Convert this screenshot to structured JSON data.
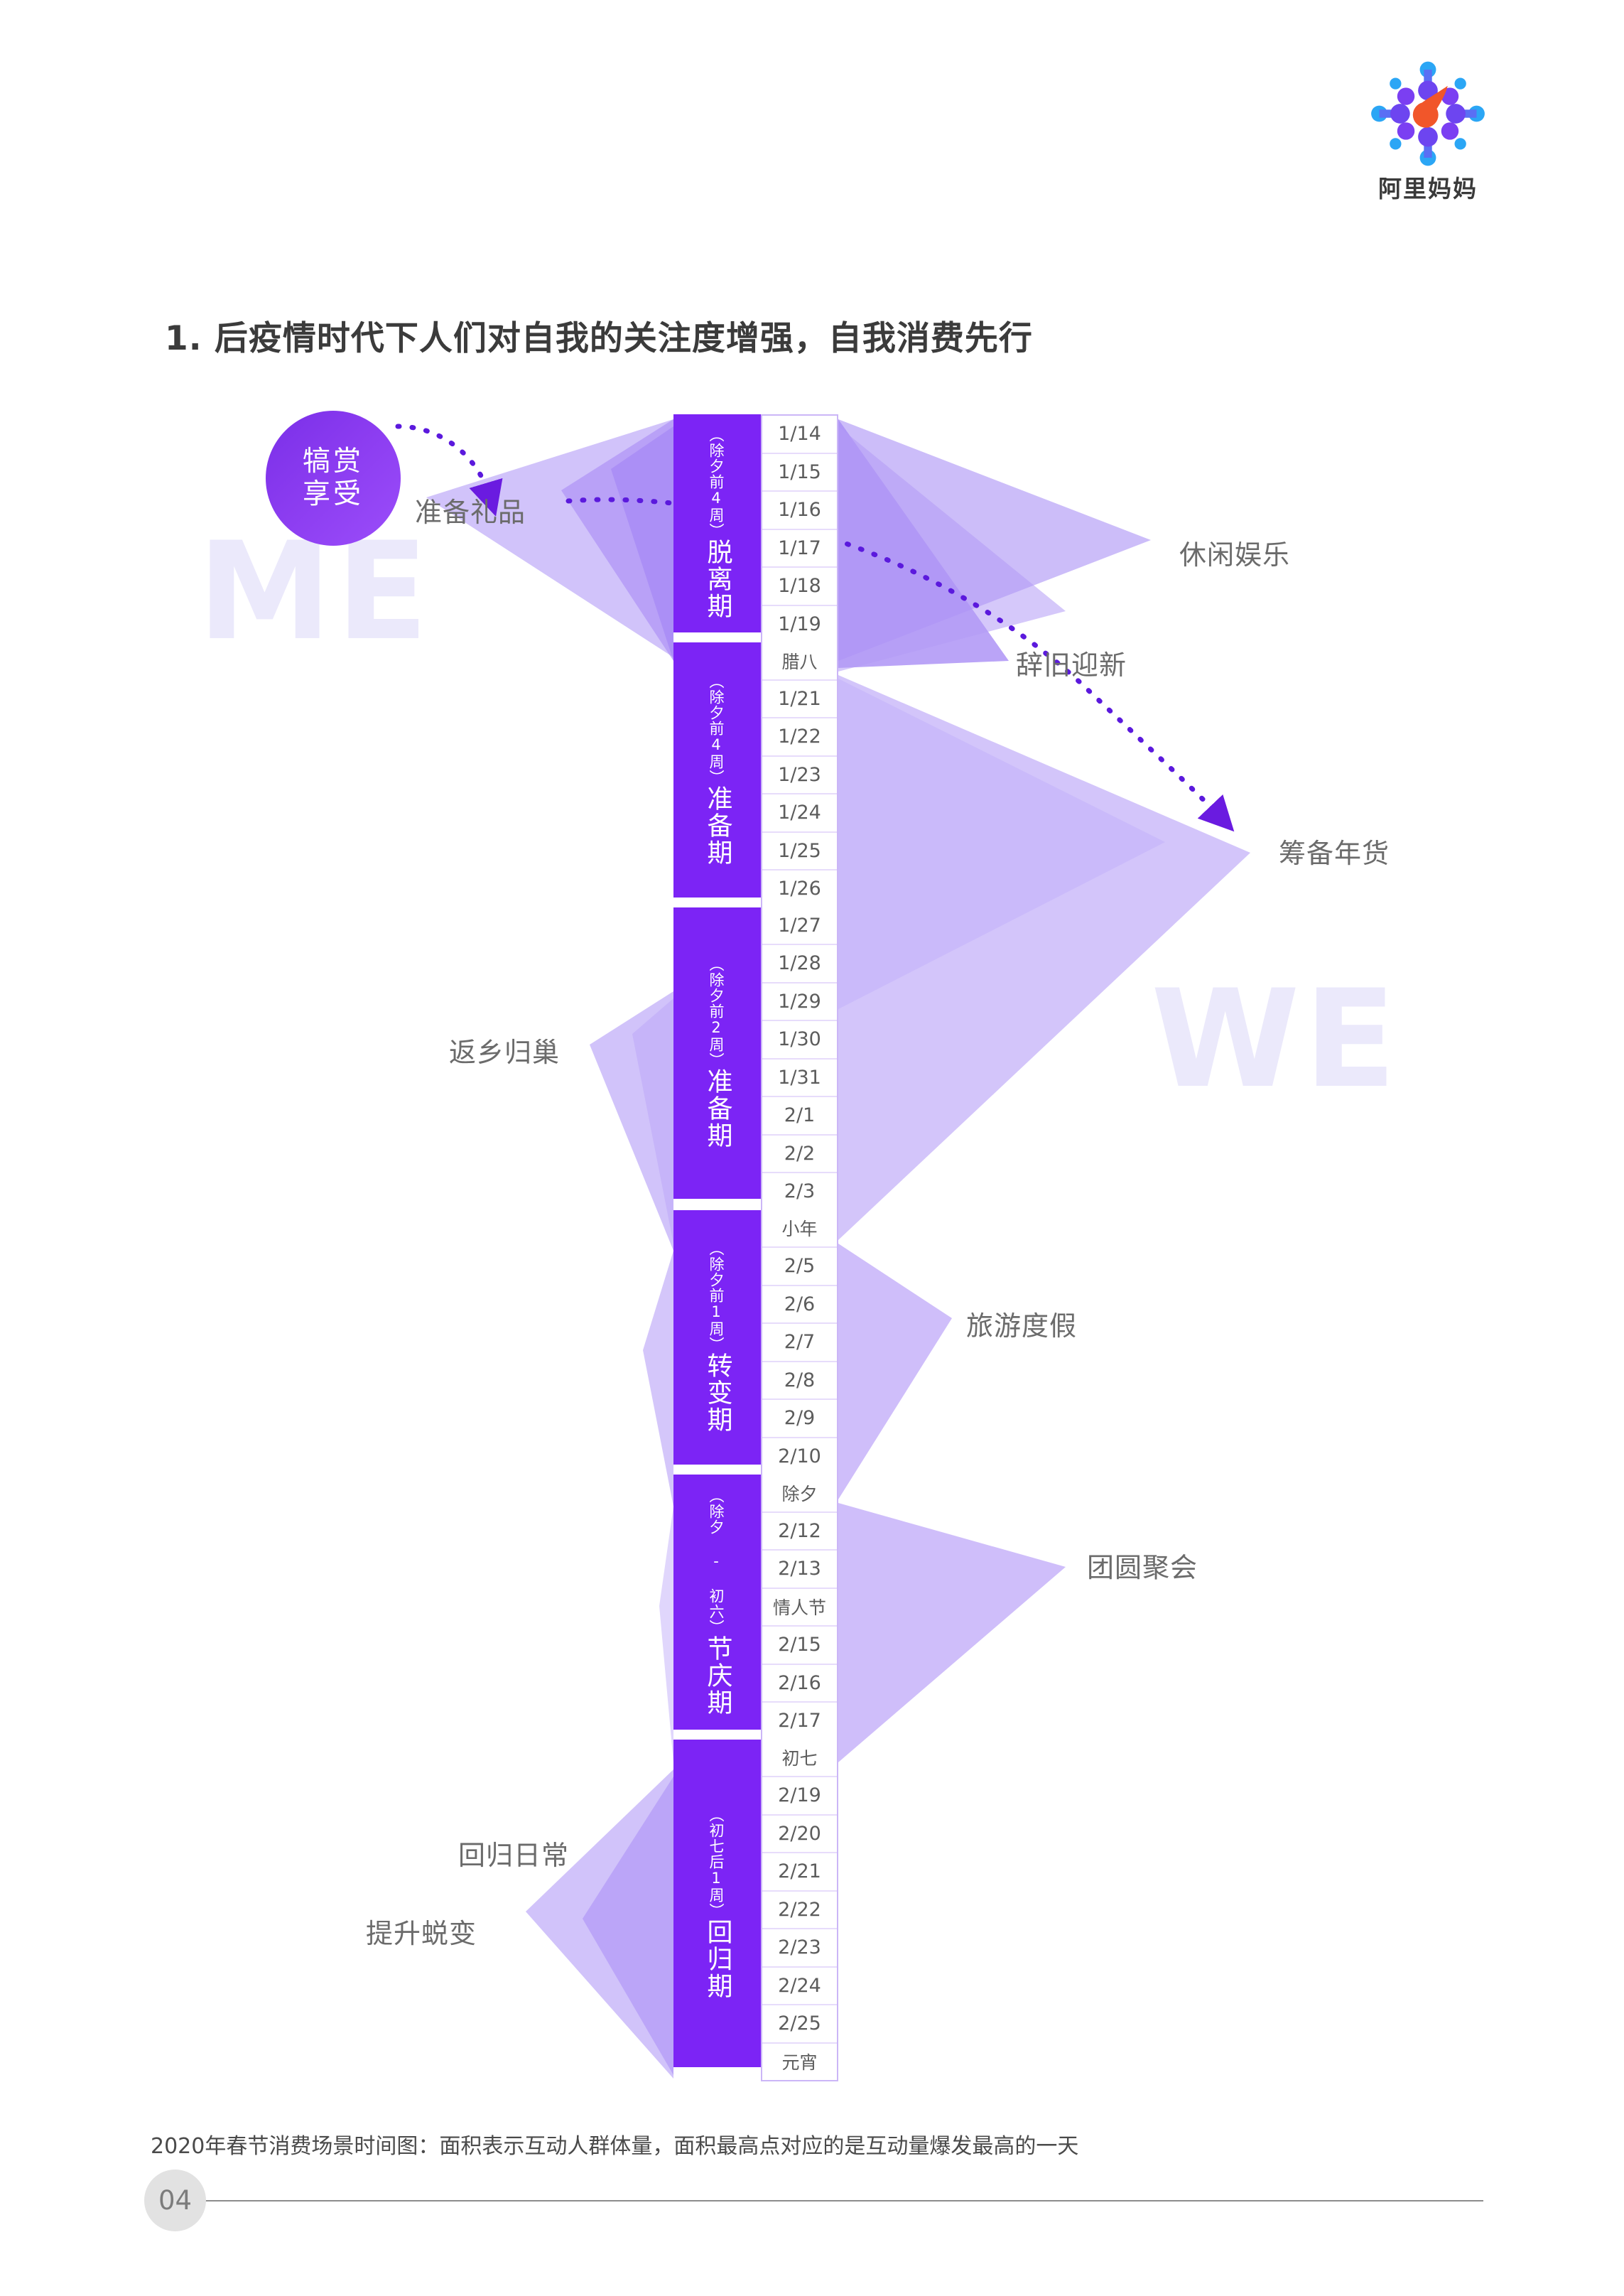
{
  "brand": {
    "logo_icon": "alimama-starburst-logo",
    "name": "阿里妈妈",
    "colors": {
      "dot_blue": "#2ba6f5",
      "dot_purple": "#7b3ff2",
      "center_orange": "#f1562a"
    }
  },
  "header": {
    "title": "1. 后疫情时代下人们对自我的关注度增强，自我消费先行"
  },
  "watermarks": {
    "me": "ME",
    "we": "WE",
    "color": "#ebe9fb"
  },
  "badge": {
    "line1": "犒赏",
    "line2": "享受",
    "gradient_from": "#7a2fe8",
    "gradient_to": "#9b4dfa"
  },
  "theme": {
    "phase_fill": "#7c24f5",
    "stream_light": "#cfc0fa",
    "stream_mid": "#bda6f8",
    "stream_deep": "#a98cf5",
    "grid_line": "#cbb6f7",
    "text_gray": "#6b6b6b"
  },
  "chart_data": {
    "type": "area",
    "title": "2020年春节消费场景时间图",
    "note": "面积表示互动人群体量，面积最高点对应的是互动量爆发最高的一天",
    "phases": [
      {
        "name": "脱离期",
        "sub": "（除夕前4周）",
        "dates": [
          "1/14",
          "1/15",
          "1/16",
          "1/17",
          "1/18",
          "1/19"
        ]
      },
      {
        "name": "准备期",
        "sub": "（除夕前4周）",
        "dates": [
          "腊八",
          "1/21",
          "1/22",
          "1/23",
          "1/24",
          "1/25",
          "1/26"
        ]
      },
      {
        "name": "准备期",
        "sub": "（除夕前2周）",
        "dates": [
          "1/27",
          "1/28",
          "1/29",
          "1/30",
          "1/31",
          "2/1",
          "2/2",
          "2/3"
        ]
      },
      {
        "name": "转变期",
        "sub": "（除夕前1周）",
        "dates": [
          "小年",
          "2/5",
          "2/6",
          "2/7",
          "2/8",
          "2/9",
          "2/10"
        ]
      },
      {
        "name": "节庆期",
        "sub": "（除夕 - 初六）",
        "dates": [
          "除夕",
          "2/12",
          "2/13",
          "情人节",
          "2/15",
          "2/16",
          "2/17"
        ]
      },
      {
        "name": "回归期",
        "sub": "（初七后1周）",
        "dates": [
          "初七",
          "2/19",
          "2/20",
          "2/21",
          "2/22",
          "2/23",
          "2/24",
          "2/25",
          "元宵"
        ]
      }
    ],
    "scenes_left": [
      {
        "label": "准备礼品",
        "peak_date": "1/15"
      },
      {
        "label": "返乡归巢",
        "peak_date": "1/29"
      },
      {
        "label": "回归日常",
        "peak_date": "2/21"
      },
      {
        "label": "提升蜕变",
        "peak_date": "2/23"
      }
    ],
    "scenes_right": [
      {
        "label": "休闲娱乐",
        "peak_date": "1/16"
      },
      {
        "label": "辞旧迎新",
        "peak_date": "1/19"
      },
      {
        "label": "筹备年货",
        "peak_date": "1/31"
      },
      {
        "label": "旅游度假",
        "peak_date": "2/6"
      },
      {
        "label": "团圆聚会",
        "peak_date": "2/12"
      }
    ],
    "flow_arrows": [
      {
        "from": "犒赏享受",
        "to": "准备礼品"
      },
      {
        "from": "脱离期",
        "to": "筹备年货"
      }
    ]
  },
  "footer": {
    "caption": "2020年春节消费场景时间图：面积表示互动人群体量，面积最高点对应的是互动量爆发最高的一天",
    "page_number": "04"
  }
}
